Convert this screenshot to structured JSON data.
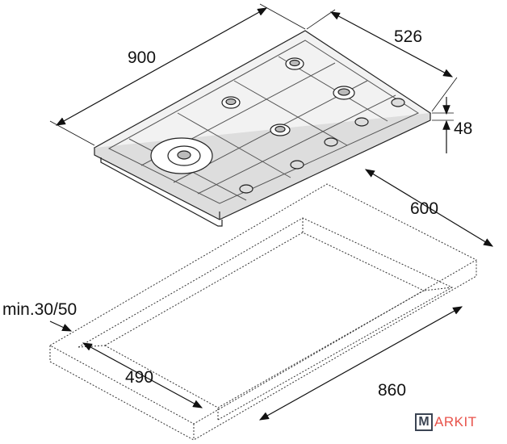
{
  "dimensions": {
    "width": "900",
    "depth": "526",
    "height": "48",
    "cutout_depth_outer": "600",
    "min_clearance": "min.30/50",
    "cutout_depth": "490",
    "cutout_width": "860"
  },
  "logo": {
    "text": "MARKIT",
    "boxed_letter": "M",
    "rest": "ARKIT",
    "box_color": "#3b4453",
    "text_color": "#e8524a"
  }
}
